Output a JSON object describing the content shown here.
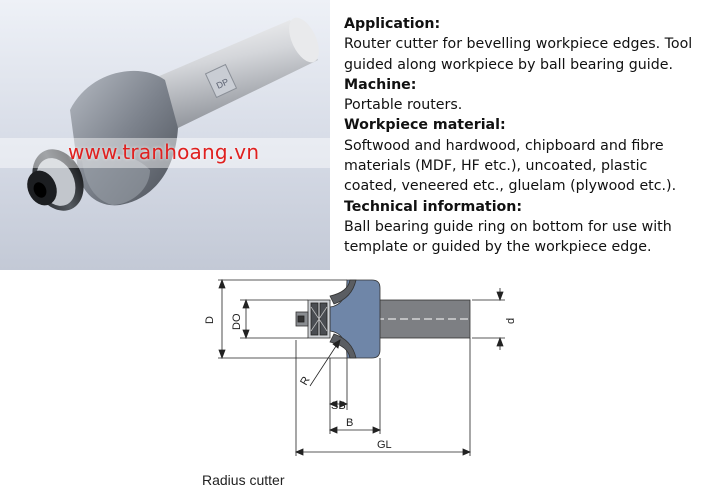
{
  "photo": {
    "watermark": "www.tranhoang.vn",
    "shank_logo": "DP"
  },
  "description": {
    "application_heading": "Application:",
    "application_text": "Router cutter for bevelling workpiece edges. Tool guided along workpiece by ball bearing guide.",
    "machine_heading": "Machine:",
    "machine_text": "Portable routers.",
    "material_heading": "Workpiece material:",
    "material_text": "Softwood and hardwood, chipboard and fibre materials (MDF, HF etc.), uncoated, plastic coated, veneered etc., gluelam (plywood etc.).",
    "technical_heading": "Technical information:",
    "technical_text": "Ball bearing guide ring on bottom for use with template or guided by the workpiece edge."
  },
  "drawing": {
    "label_d_outer": "D",
    "label_do": "DO",
    "label_r": "R",
    "label_sb": "SB",
    "label_b": "B",
    "label_gl": "GL",
    "label_d_shank": "d",
    "body_color": "#6f86a8"
  },
  "caption": "Radius cutter"
}
